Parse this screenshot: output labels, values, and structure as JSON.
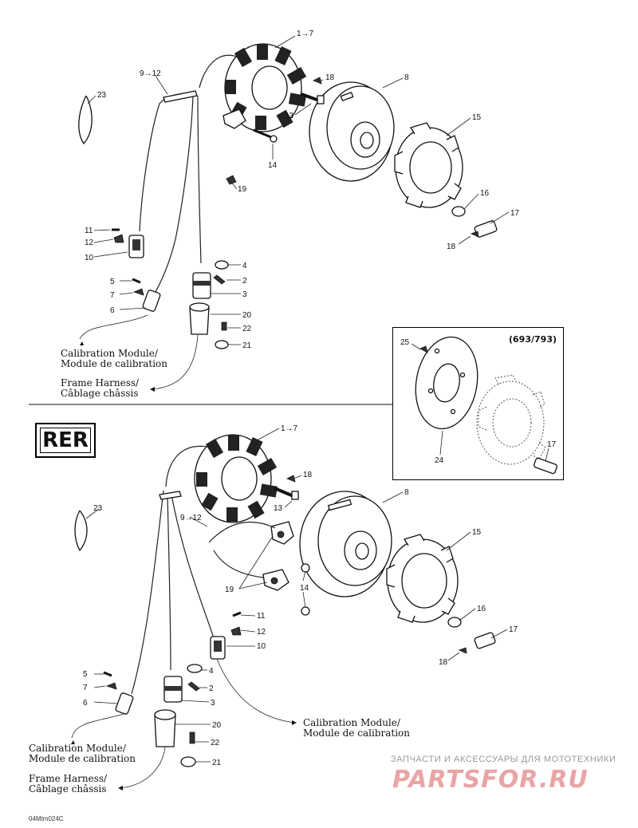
{
  "diagram": {
    "labels_top": {
      "stator": "1→7",
      "harness": "9→12",
      "n23": "23",
      "n18": "18",
      "n8": "8",
      "n13": "13",
      "n15": "15",
      "n14": "14",
      "n19": "19",
      "n16": "16",
      "n17": "17",
      "n18b": "18",
      "n11": "11",
      "n12": "12",
      "n10": "10",
      "n4": "4",
      "n5": "5",
      "n2": "2",
      "n7": "7",
      "n3": "3",
      "n6": "6",
      "n20": "20",
      "n22": "22",
      "n21": "21"
    },
    "labels_bottom": {
      "stator": "1→7",
      "harness": "9→12",
      "n23": "23",
      "n18": "18",
      "n8": "8",
      "n13": "13",
      "n15": "15",
      "n14": "14",
      "n19": "19",
      "n16": "16",
      "n17": "17",
      "n18b": "18",
      "n11": "11",
      "n12": "12",
      "n10": "10",
      "n4": "4",
      "n5": "5",
      "n2": "2",
      "n7": "7",
      "n3": "3",
      "n6": "6",
      "n20": "20",
      "n22": "22",
      "n21": "21"
    },
    "inset": {
      "title": "(693/793)",
      "n25": "25",
      "n24": "24",
      "n17": "17"
    },
    "captions": {
      "calib_top_1": "Calibration Module/",
      "calib_top_2": "Module de calibration",
      "frame_top_1": "Frame Harness/",
      "frame_top_2": "Câblage châssis",
      "calib_mid_1": "Calibration Module/",
      "calib_mid_2": "Module de calibration",
      "calib_bot_1": "Calibration Module/",
      "calib_bot_2": "Module de calibration",
      "frame_bot_1": "Frame Harness/",
      "frame_bot_2": "Câblage châssis"
    },
    "rer_badge": "RER",
    "drawing_code": "04Mtm024C"
  },
  "watermark": {
    "line1": "ЗАПЧАСТИ И АКСЕССУАРЫ ДЛЯ МОТОТЕХНИКИ",
    "logo": "PARTSFOR.RU"
  }
}
